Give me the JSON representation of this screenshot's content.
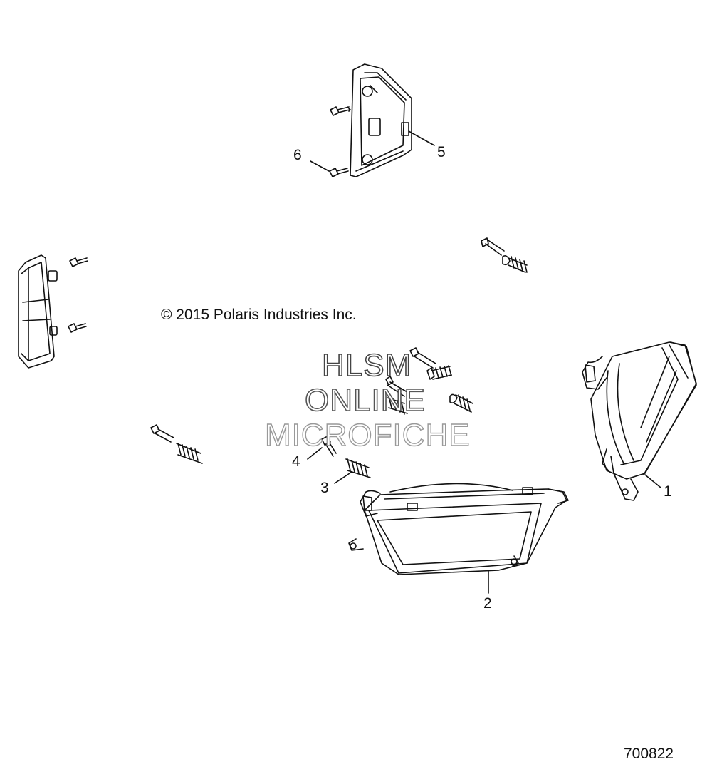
{
  "copyright": "© 2015 Polaris Industries Inc.",
  "watermark": {
    "line1": "HLSM",
    "line2": "ONLINE",
    "line3": "MICROFICHE"
  },
  "drawing_number": "700822",
  "callouts": [
    {
      "label": "1",
      "part": "headlight-right"
    },
    {
      "label": "2",
      "part": "headlight-left"
    },
    {
      "label": "3",
      "part": "adjuster-spring"
    },
    {
      "label": "4",
      "part": "adjuster-screw"
    },
    {
      "label": "5",
      "part": "headlight-bracket"
    },
    {
      "label": "6",
      "part": "bolt"
    }
  ],
  "colors": {
    "line": "#111111",
    "background": "#ffffff"
  }
}
